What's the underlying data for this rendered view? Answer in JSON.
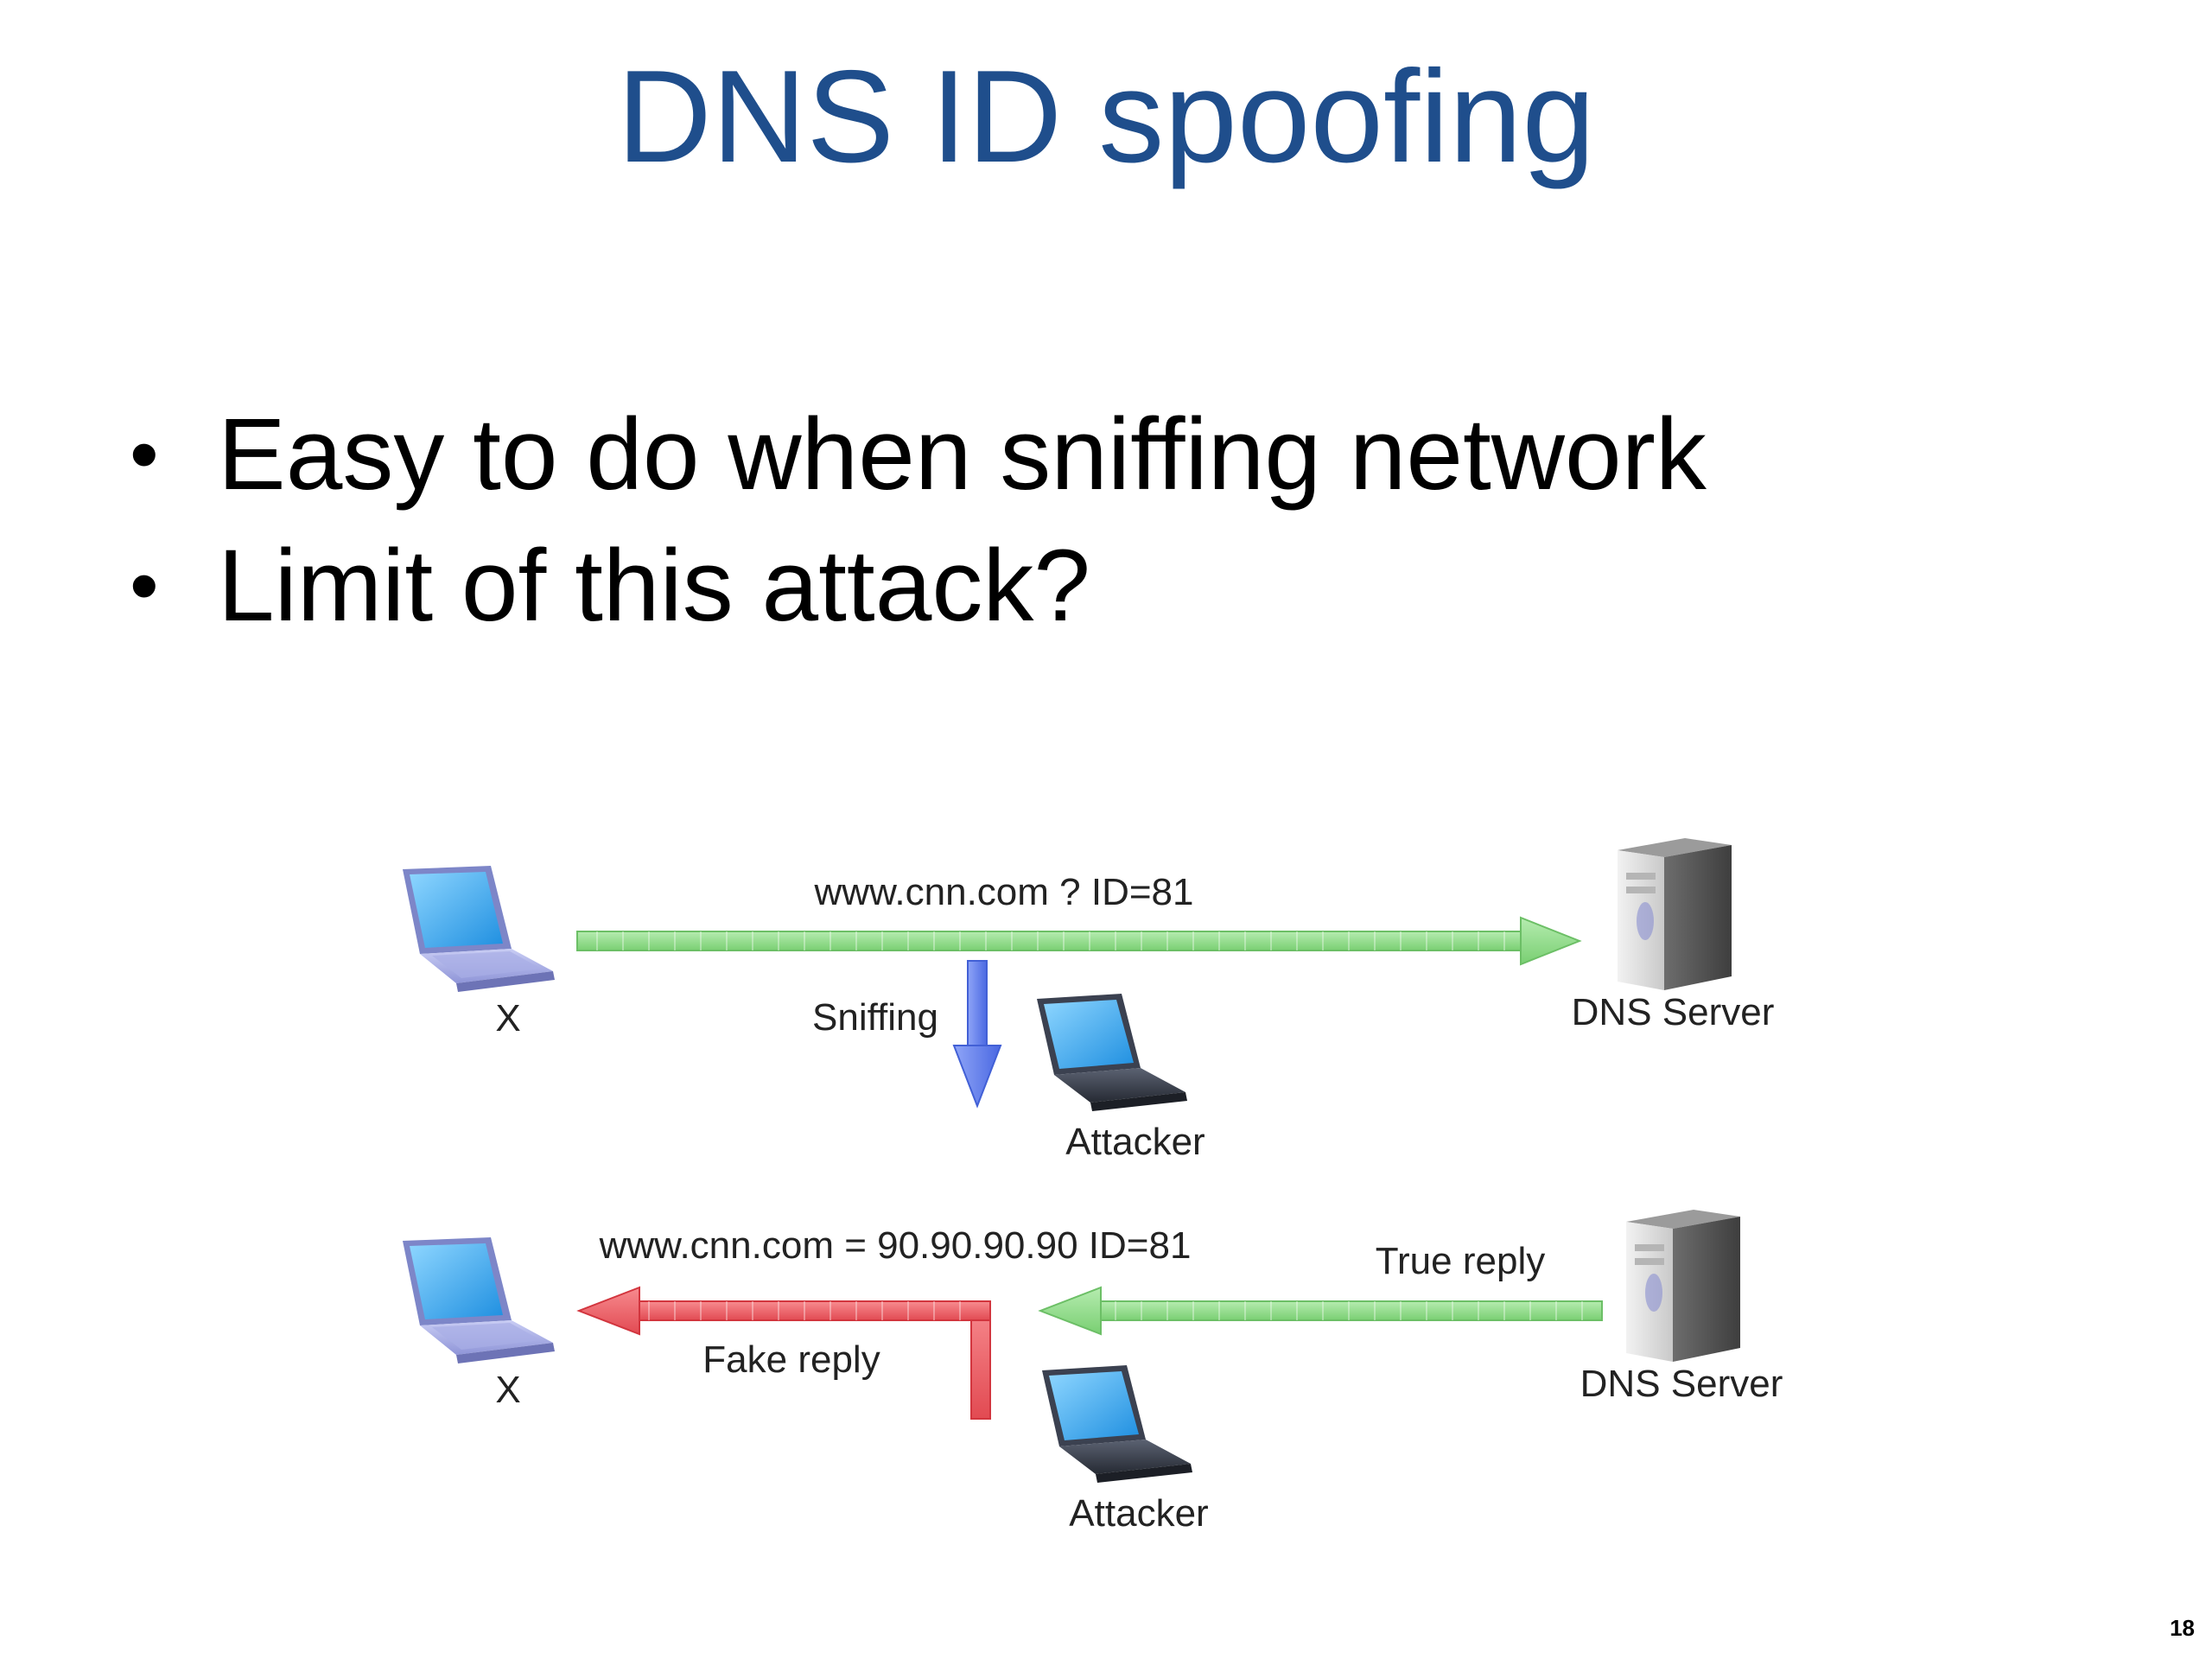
{
  "slide": {
    "title": "DNS ID spoofing",
    "bullets": [
      "Easy to do when sniffing network",
      "Limit of this attack?"
    ],
    "page_number": "18"
  },
  "diagram": {
    "top": {
      "query_label": "www.cnn.com ? ID=81",
      "client_label": "X",
      "sniffing_label": "Sniffing",
      "attacker_label": "Attacker",
      "server_label": "DNS Server"
    },
    "bottom": {
      "fake_answer_label": "www.cnn.com = 90.90.90.90 ID=81",
      "fake_reply_label": "Fake reply",
      "true_reply_label": "True reply",
      "client_label": "X",
      "attacker_label": "Attacker",
      "server_label": "DNS Server"
    },
    "colors": {
      "query_arrow": "#8fd98a",
      "sniff_arrow": "#5b7bef",
      "fake_arrow": "#ee4f55",
      "true_arrow": "#8fd98a"
    }
  }
}
